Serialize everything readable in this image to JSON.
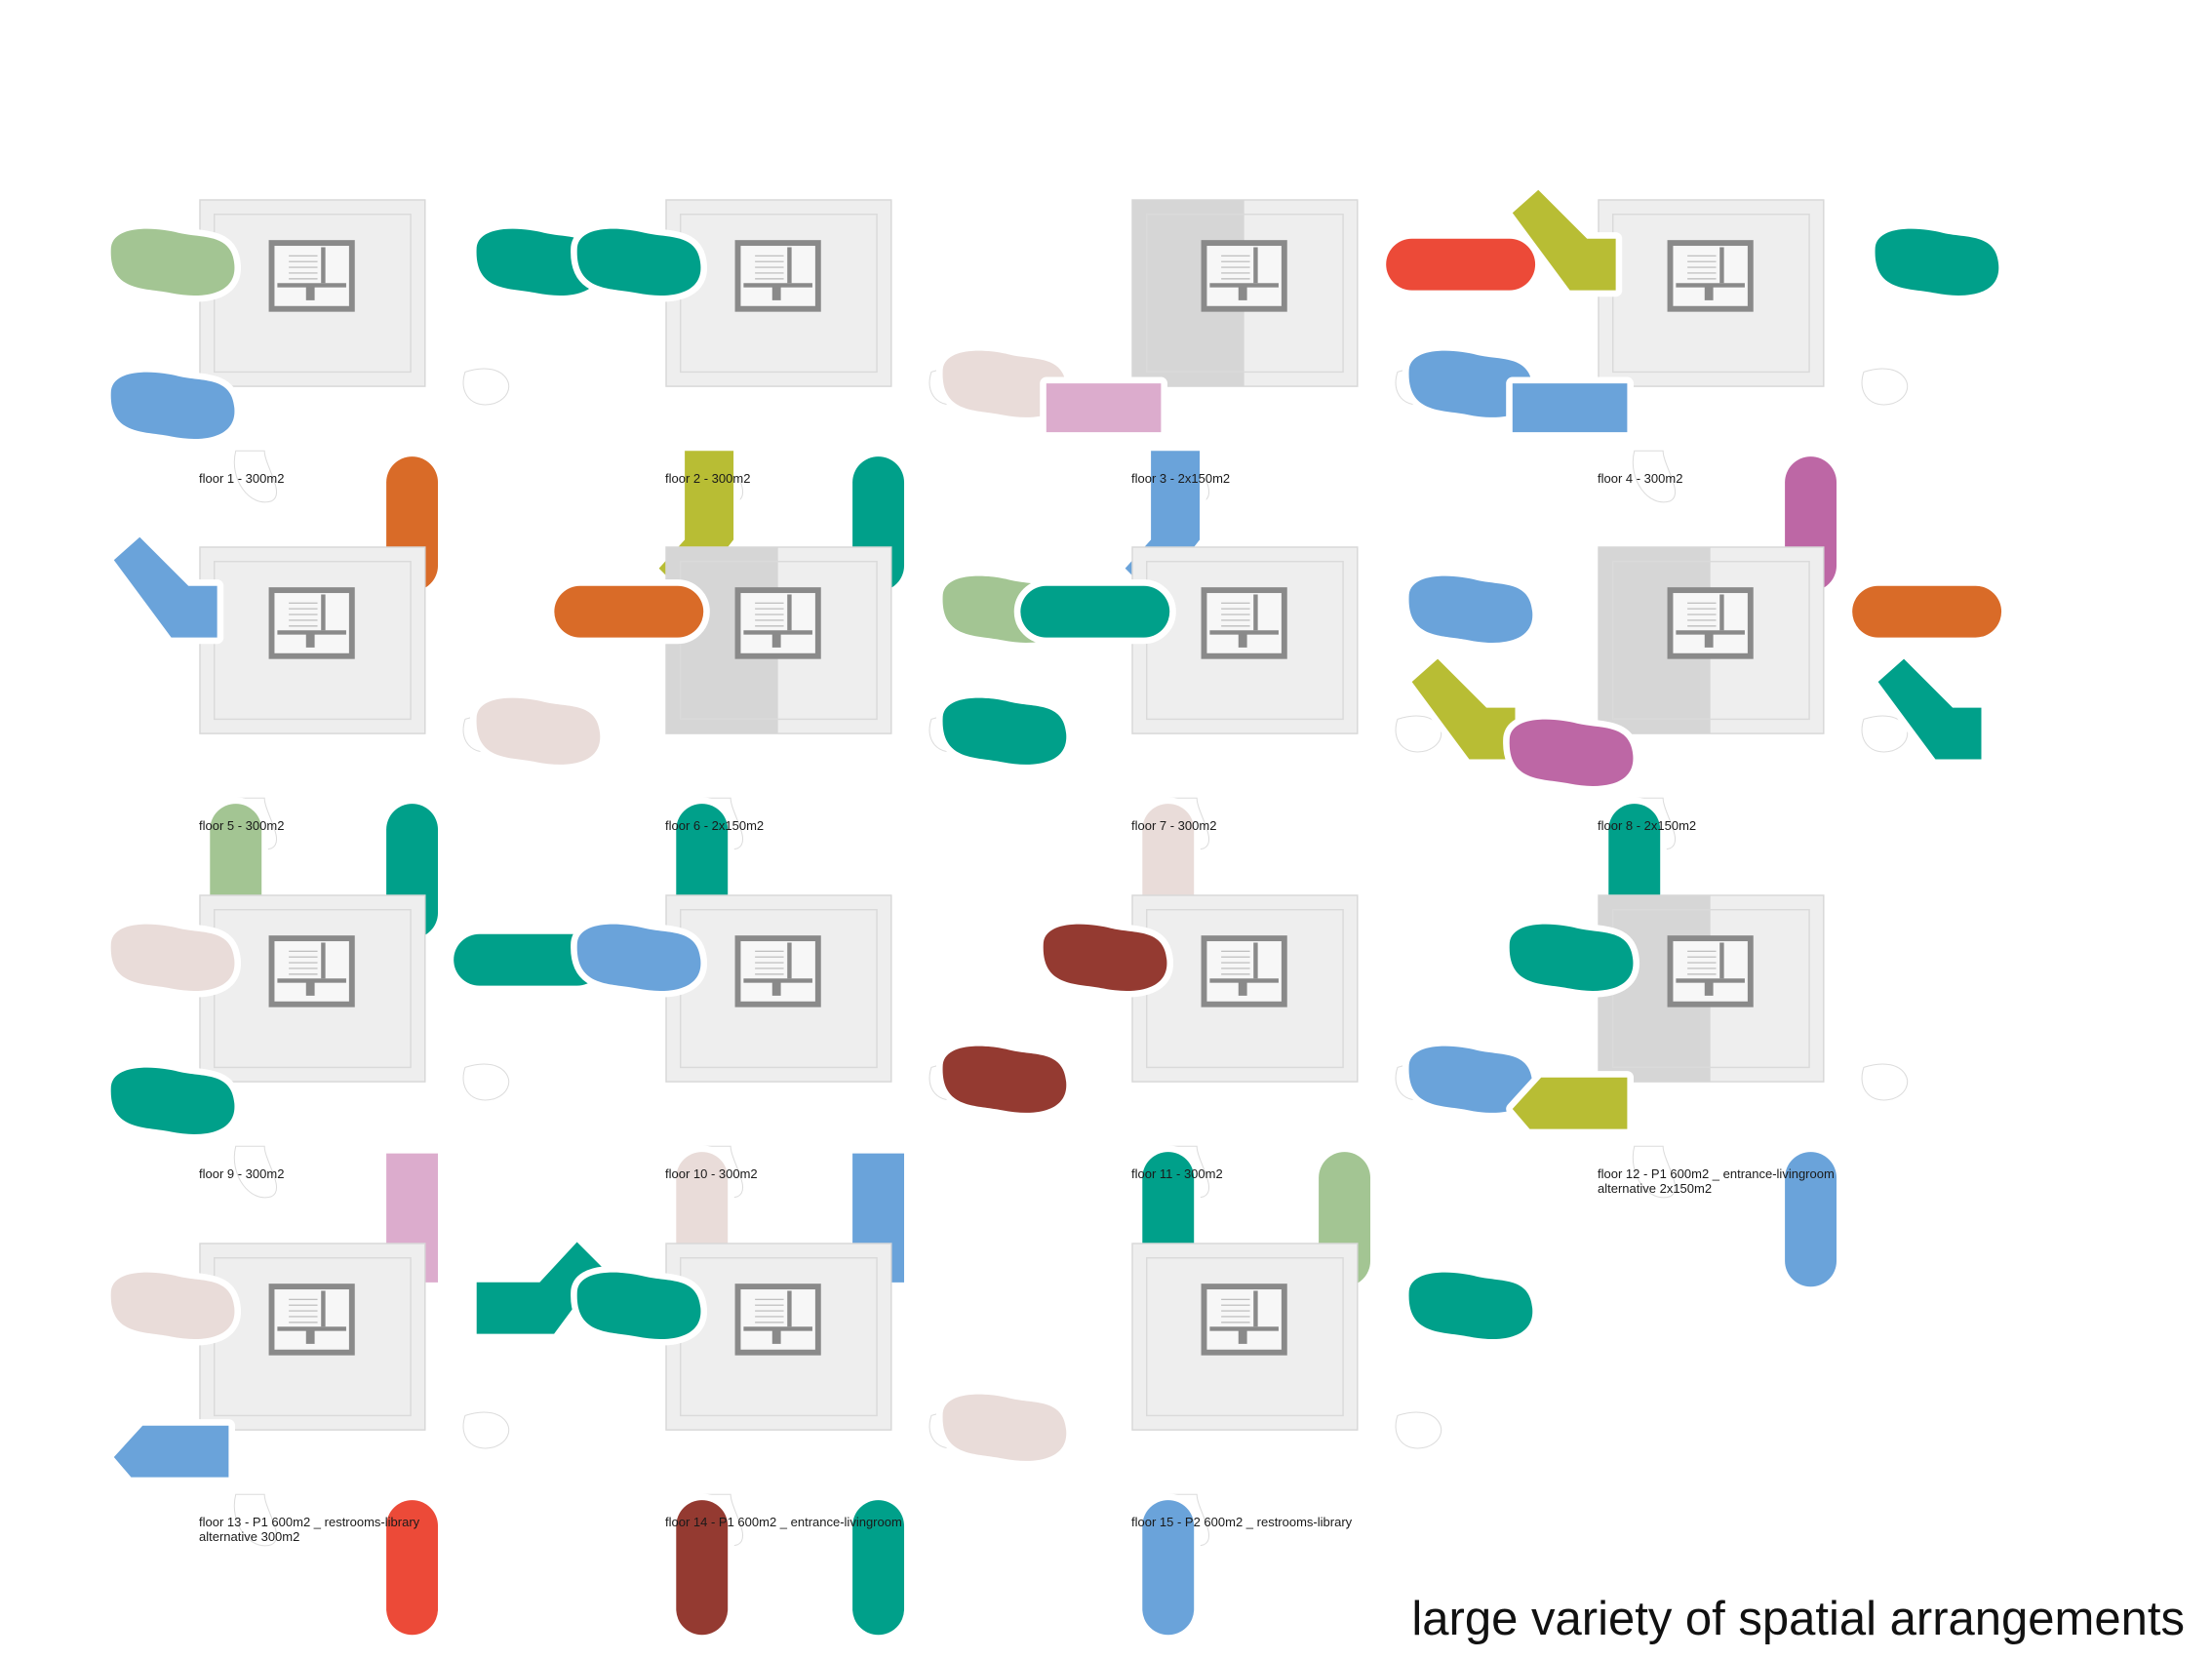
{
  "caption": "large variety of spatial arrangements",
  "colors": {
    "teal": "#00a08a",
    "blue": "#6aa3da",
    "sage": "#a3c593",
    "orange": "#d96b28",
    "olive": "#b8bd34",
    "blush": "#e9dcd9",
    "red": "#ec4a38",
    "pink": "#dcaccd",
    "magenta": "#bd67a5",
    "maroon": "#943a31",
    "floor": "#eeeeee",
    "floor_dark": "#d6d6d6",
    "core": "#8a8a8a"
  },
  "floors": [
    {
      "label": [
        "floor 1 - 300m2"
      ],
      "split": false,
      "pods": [
        {
          "shape": "blob",
          "color": "sage",
          "slot": "left-top"
        },
        {
          "shape": "blob",
          "color": "teal",
          "slot": "right-top"
        },
        {
          "shape": "blob",
          "color": "blue",
          "slot": "left-mid"
        },
        {
          "shape": "capsule-v",
          "color": "orange",
          "slot": "bottom-right"
        }
      ]
    },
    {
      "label": [
        "floor 2 - 300m2"
      ],
      "split": false,
      "pods": [
        {
          "shape": "blob",
          "color": "teal",
          "slot": "left-top"
        },
        {
          "shape": "elbow",
          "color": "olive",
          "slot": "bottom-left"
        },
        {
          "shape": "capsule-v",
          "color": "teal",
          "slot": "bottom-right"
        },
        {
          "shape": "blob",
          "color": "blush",
          "slot": "right-mid"
        }
      ]
    },
    {
      "label": [
        "floor 3 - 2x150m2"
      ],
      "split": true,
      "pods": [
        {
          "shape": "capsule-h",
          "color": "red",
          "slot": "right-top"
        },
        {
          "shape": "rect-h",
          "color": "pink",
          "slot": "left-mid"
        },
        {
          "shape": "elbow",
          "color": "blue",
          "slot": "bottom-left"
        },
        {
          "shape": "blob",
          "color": "blue",
          "slot": "right-mid"
        }
      ]
    },
    {
      "label": [
        "floor 4 - 300m2"
      ],
      "split": false,
      "pods": [
        {
          "shape": "diag",
          "color": "olive",
          "slot": "left-top"
        },
        {
          "shape": "blob",
          "color": "teal",
          "slot": "right-top"
        },
        {
          "shape": "rect-h",
          "color": "blue",
          "slot": "left-mid"
        },
        {
          "shape": "capsule-v",
          "color": "magenta",
          "slot": "bottom-right"
        }
      ]
    },
    {
      "label": [
        "floor 5 - 300m2"
      ],
      "split": false,
      "pods": [
        {
          "shape": "diag",
          "color": "blue",
          "slot": "left-top"
        },
        {
          "shape": "blob",
          "color": "blush",
          "slot": "right-mid"
        },
        {
          "shape": "capsule-v",
          "color": "sage",
          "slot": "bottom-left"
        },
        {
          "shape": "capsule-v",
          "color": "teal",
          "slot": "bottom-right"
        }
      ]
    },
    {
      "label": [
        "floor 6 - 2x150m2"
      ],
      "split": true,
      "pods": [
        {
          "shape": "capsule-h",
          "color": "orange",
          "slot": "left-top"
        },
        {
          "shape": "blob",
          "color": "sage",
          "slot": "right-top"
        },
        {
          "shape": "blob",
          "color": "teal",
          "slot": "right-mid"
        },
        {
          "shape": "capsule-v",
          "color": "teal",
          "slot": "bottom-left"
        }
      ]
    },
    {
      "label": [
        "floor 7 - 300m2"
      ],
      "split": false,
      "pods": [
        {
          "shape": "capsule-h",
          "color": "teal",
          "slot": "left-top"
        },
        {
          "shape": "blob",
          "color": "blue",
          "slot": "right-top"
        },
        {
          "shape": "diag",
          "color": "olive",
          "slot": "right-mid"
        },
        {
          "shape": "capsule-v",
          "color": "blush",
          "slot": "bottom-left"
        }
      ]
    },
    {
      "label": [
        "floor 8 - 2x150m2"
      ],
      "split": true,
      "pods": [
        {
          "shape": "capsule-h",
          "color": "orange",
          "slot": "right-top"
        },
        {
          "shape": "blob",
          "color": "magenta",
          "slot": "left-mid"
        },
        {
          "shape": "capsule-v",
          "color": "teal",
          "slot": "bottom-left"
        },
        {
          "shape": "diag",
          "color": "teal",
          "slot": "right-mid"
        }
      ]
    },
    {
      "label": [
        "floor 9 - 300m2"
      ],
      "split": false,
      "pods": [
        {
          "shape": "blob",
          "color": "blush",
          "slot": "left-top"
        },
        {
          "shape": "capsule-h",
          "color": "teal",
          "slot": "right-top"
        },
        {
          "shape": "blob",
          "color": "teal",
          "slot": "left-mid"
        },
        {
          "shape": "rect-v",
          "color": "pink",
          "slot": "bottom-right"
        }
      ]
    },
    {
      "label": [
        "floor 10 - 300m2"
      ],
      "split": false,
      "pods": [
        {
          "shape": "blob",
          "color": "blue",
          "slot": "left-top"
        },
        {
          "shape": "blob",
          "color": "maroon",
          "slot": "right-mid"
        },
        {
          "shape": "capsule-v",
          "color": "blush",
          "slot": "bottom-left"
        },
        {
          "shape": "rect-v",
          "color": "blue",
          "slot": "bottom-right"
        }
      ]
    },
    {
      "label": [
        "floor 11 - 300m2"
      ],
      "split": false,
      "pods": [
        {
          "shape": "blob",
          "color": "maroon",
          "slot": "left-top"
        },
        {
          "shape": "blob",
          "color": "blue",
          "slot": "right-mid"
        },
        {
          "shape": "capsule-v",
          "color": "teal",
          "slot": "bottom-left"
        },
        {
          "shape": "capsule-v",
          "color": "sage",
          "slot": "bottom-right"
        }
      ]
    },
    {
      "label": [
        "floor 12 - P1 600m2 _ entrance-livingroom",
        "alternative 2x150m2"
      ],
      "split": true,
      "open_right": true,
      "pods": [
        {
          "shape": "blob",
          "color": "teal",
          "slot": "left-top"
        },
        {
          "shape": "elbow-h",
          "color": "olive",
          "slot": "left-mid"
        },
        {
          "shape": "capsule-v",
          "color": "blue",
          "slot": "bottom-right"
        }
      ]
    },
    {
      "label": [
        "floor 13 - P1 600m2 _ restrooms-library",
        "alternative 300m2"
      ],
      "split": false,
      "pods": [
        {
          "shape": "blob",
          "color": "blush",
          "slot": "left-top"
        },
        {
          "shape": "diag-up",
          "color": "teal",
          "slot": "right-top"
        },
        {
          "shape": "elbow-h",
          "color": "blue",
          "slot": "left-mid"
        },
        {
          "shape": "capsule-v",
          "color": "red",
          "slot": "bottom-right"
        }
      ]
    },
    {
      "label": [
        "floor 14 - P1 600m2 _ entrance-livingroom"
      ],
      "split": false,
      "pods": [
        {
          "shape": "blob",
          "color": "teal",
          "slot": "left-top"
        },
        {
          "shape": "blob",
          "color": "blush",
          "slot": "right-mid"
        },
        {
          "shape": "capsule-v",
          "color": "maroon",
          "slot": "bottom-left"
        },
        {
          "shape": "capsule-v",
          "color": "teal",
          "slot": "bottom-right"
        }
      ]
    },
    {
      "label": [
        "floor 15 - P2 600m2 _ restrooms-library"
      ],
      "split": false,
      "pods": [
        {
          "shape": "blob",
          "color": "teal",
          "slot": "right-top"
        },
        {
          "shape": "capsule-v",
          "color": "blue",
          "slot": "bottom-left"
        }
      ]
    }
  ]
}
